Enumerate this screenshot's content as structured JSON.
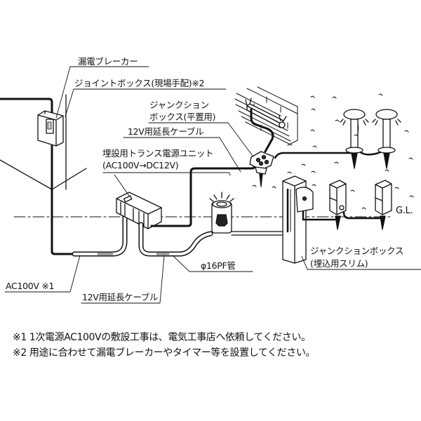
{
  "labels": {
    "breaker": "漏電ブレーカー",
    "joint_box": "ジョイントボックス(現場手配)※2",
    "junction_flat_line1": "ジャンクション",
    "junction_flat_line2": "ボックス(平置用)",
    "cable_12v_upper": "12V用延長ケーブル",
    "transformer_line1": "埋設用トランス電源ユニット",
    "transformer_line2": "(AC100V→DC12V)",
    "ground_level": "G.L.",
    "pf_pipe": "φ16PF管",
    "junction_slim_line1": "ジャンクションボックス",
    "junction_slim_line2": "(埋込用スリム)",
    "ac100v": "AC100V ※1",
    "cable_12v_lower": "12V用延長ケーブル"
  },
  "notes": [
    "※1 1次電源AC100Vの敷設工事は、電気工事店へ依頼してください。",
    "※2 用途に合わせて漏電ブレーカーやタイマー等を設置してください。"
  ],
  "colors": {
    "line": "#111111",
    "background": "#ffffff",
    "pipe_shade": "#888888"
  }
}
